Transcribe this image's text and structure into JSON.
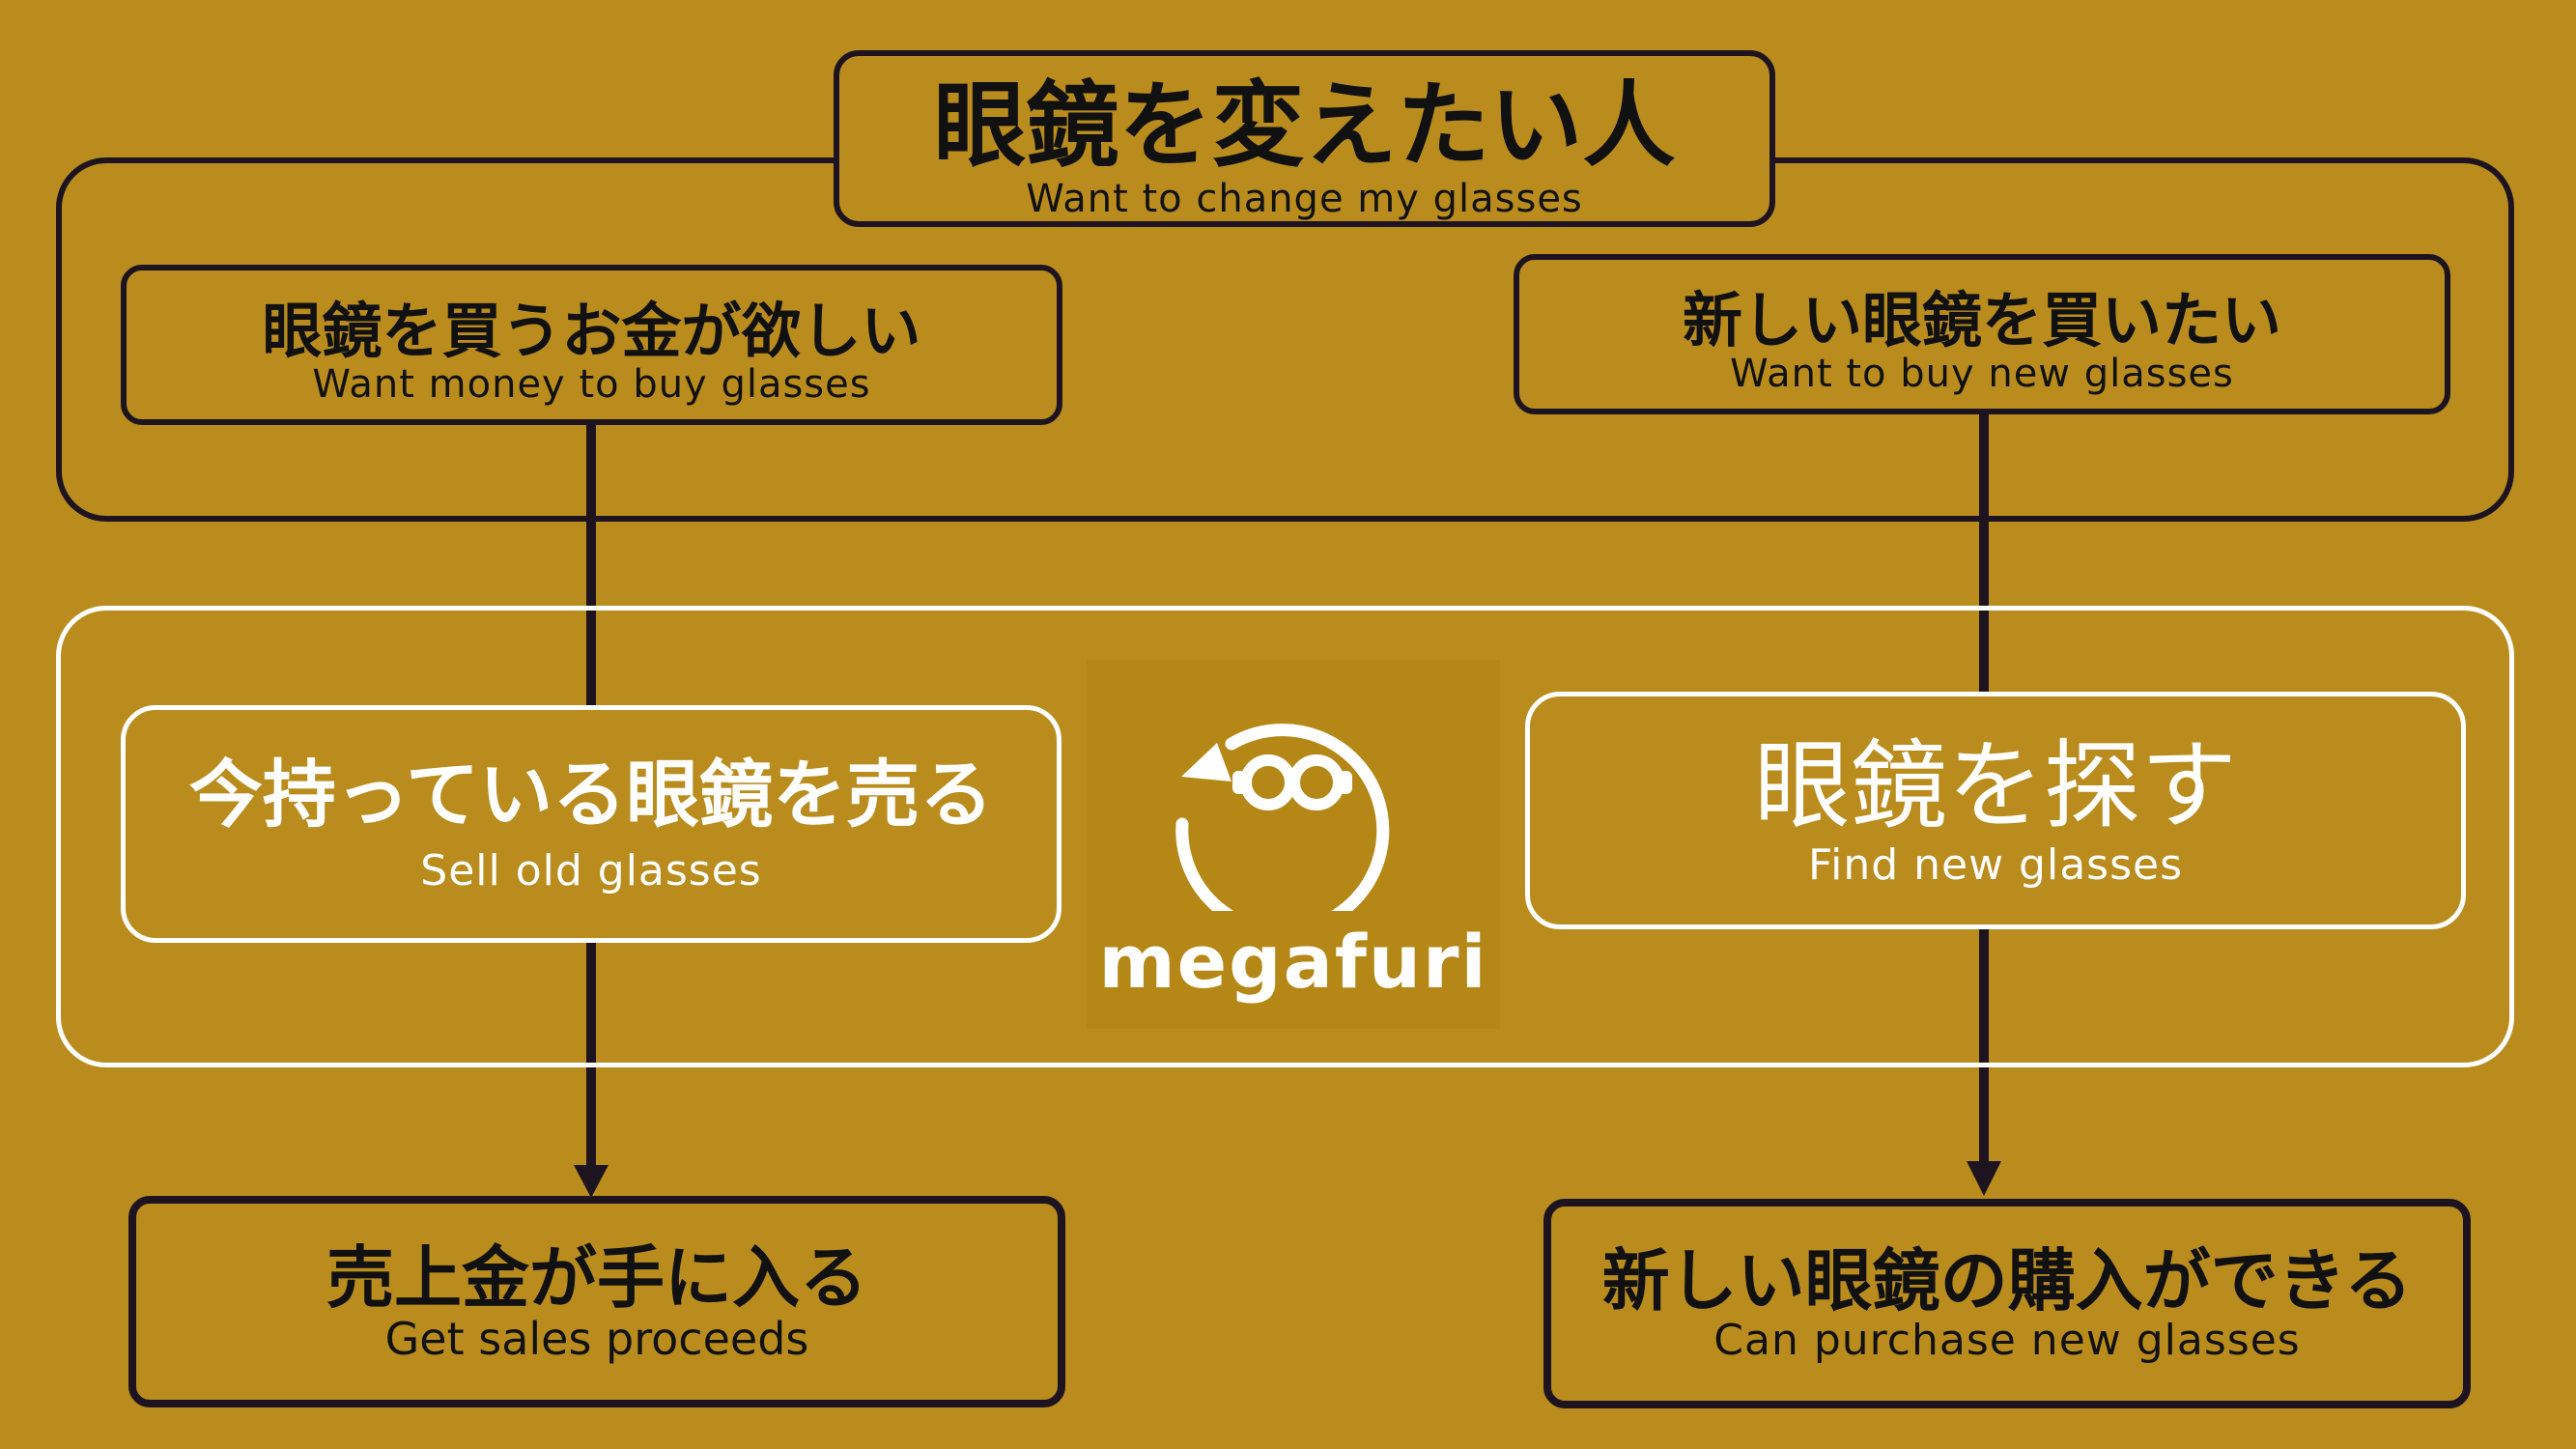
{
  "top": {
    "jp": "眼鏡を変えたい人",
    "en": "Want to change my glasses"
  },
  "left_need": {
    "jp": "眼鏡を買うお金が欲しい",
    "en": "Want money to buy glasses"
  },
  "right_need": {
    "jp": "新しい眼鏡を買いたい",
    "en": "Want to buy new glasses"
  },
  "left_action": {
    "jp": "今持っている眼鏡を売る",
    "en": "Sell old glasses"
  },
  "right_action": {
    "jp": "眼鏡を探す",
    "en": "Find new glasses"
  },
  "left_result": {
    "jp": "売上金が手に入る",
    "en": "Get sales proceeds"
  },
  "right_result": {
    "jp": "新しい眼鏡の購入ができる",
    "en": "Can purchase new glasses"
  },
  "logo": {
    "wordmark": "megafuri"
  },
  "colors": {
    "background": "#b98c1d",
    "dark_line": "#1d1420",
    "white_line": "#ffffff"
  }
}
